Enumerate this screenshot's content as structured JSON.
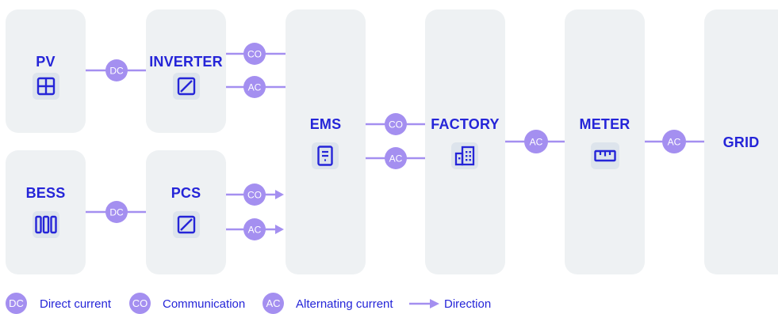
{
  "nodes": {
    "pv": {
      "label": "PV",
      "icon": "solar-panel-icon"
    },
    "inverter": {
      "label": "INVERTER",
      "icon": "inverter-icon"
    },
    "bess": {
      "label": "BESS",
      "icon": "battery-icon"
    },
    "pcs": {
      "label": "PCS",
      "icon": "converter-icon"
    },
    "ems": {
      "label": "EMS",
      "icon": "ems-device-icon"
    },
    "factory": {
      "label": "FACTORY",
      "icon": "factory-building-icon"
    },
    "meter": {
      "label": "METER",
      "icon": "meter-ruler-icon"
    },
    "grid": {
      "label": "GRID"
    }
  },
  "badges": {
    "pv_inverter": "DC",
    "inverter_co": "CO",
    "inverter_ac": "AC",
    "bess_pcs": "DC",
    "pcs_co": "CO",
    "pcs_ac": "AC",
    "ems_co": "CO",
    "ems_ac": "AC",
    "factory_meter": "AC",
    "meter_grid": "AC"
  },
  "legend": [
    {
      "badge": "DC",
      "text": "Direct current"
    },
    {
      "badge": "CO",
      "text": "Communication"
    },
    {
      "badge": "AC",
      "text": "Alternating current"
    },
    {
      "text": "Direction",
      "icon": "direction-arrow-icon"
    }
  ],
  "colors": {
    "card": "#eef1f3",
    "accent": "#2525d8",
    "badge": "#a48ff0",
    "line": "#a48ff0"
  }
}
